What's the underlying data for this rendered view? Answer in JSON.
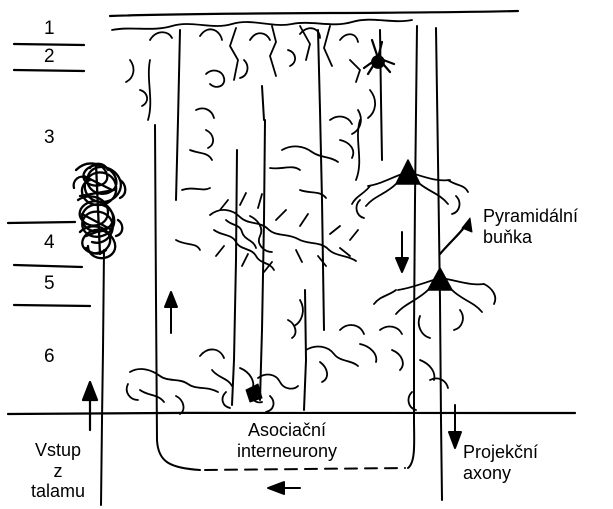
{
  "layers": [
    "1",
    "2",
    "3",
    "4",
    "5",
    "6"
  ],
  "labels": {
    "pyramidal_line1": "Pyramidální",
    "pyramidal_line2": "buňka",
    "assoc_line1": "Asociační",
    "assoc_line2": "interneurony",
    "input_line1": "Vstup",
    "input_line2": "z",
    "input_line3": "talamu",
    "proj_line1": "Projekční",
    "proj_line2": "axony"
  },
  "colors": {
    "ink": "#000000",
    "paper": "#ffffff"
  }
}
